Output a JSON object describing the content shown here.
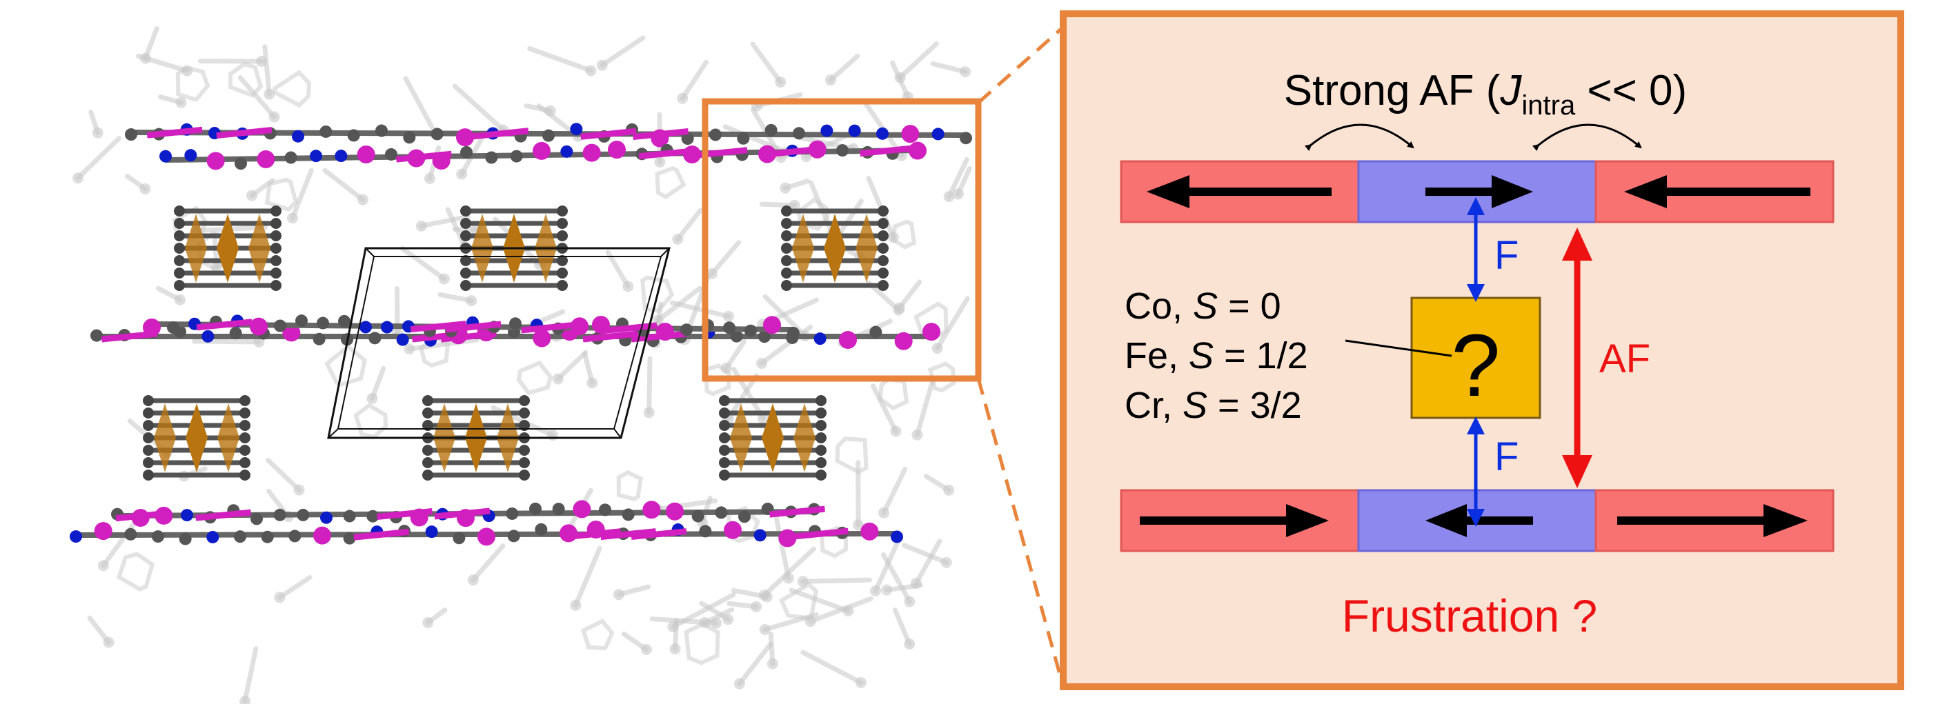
{
  "title": {
    "prefix": "Strong AF (",
    "j": "J",
    "sub": "intra",
    "suffix": " << 0)"
  },
  "labels": {
    "f_top": "F",
    "f_bottom": "F",
    "af": "AF",
    "frustration": "Frustration ?",
    "question": "?"
  },
  "legend": [
    {
      "metal": "Co, ",
      "s": "S",
      "value": " = 0"
    },
    {
      "metal": "Fe, ",
      "s": "S",
      "value": " = 1/2"
    },
    {
      "metal": "Cr, ",
      "s": "S",
      "value": " = 3/2"
    }
  ],
  "colors": {
    "panel_border": "#e8843c",
    "panel_fill": "#fbe3d4",
    "red_block": "#f87272",
    "blue_block": "#8c88ee",
    "question_box": "#f4b800",
    "blue_arrow": "#0a2fe0",
    "red_arrow": "#ee1111",
    "molecule_grey": "#c8c8c8",
    "chain_pink": "#d21fbf",
    "atom_blue": "#0c1cc8",
    "atom_dark": "#555555",
    "metal_orange": "#b87410"
  }
}
